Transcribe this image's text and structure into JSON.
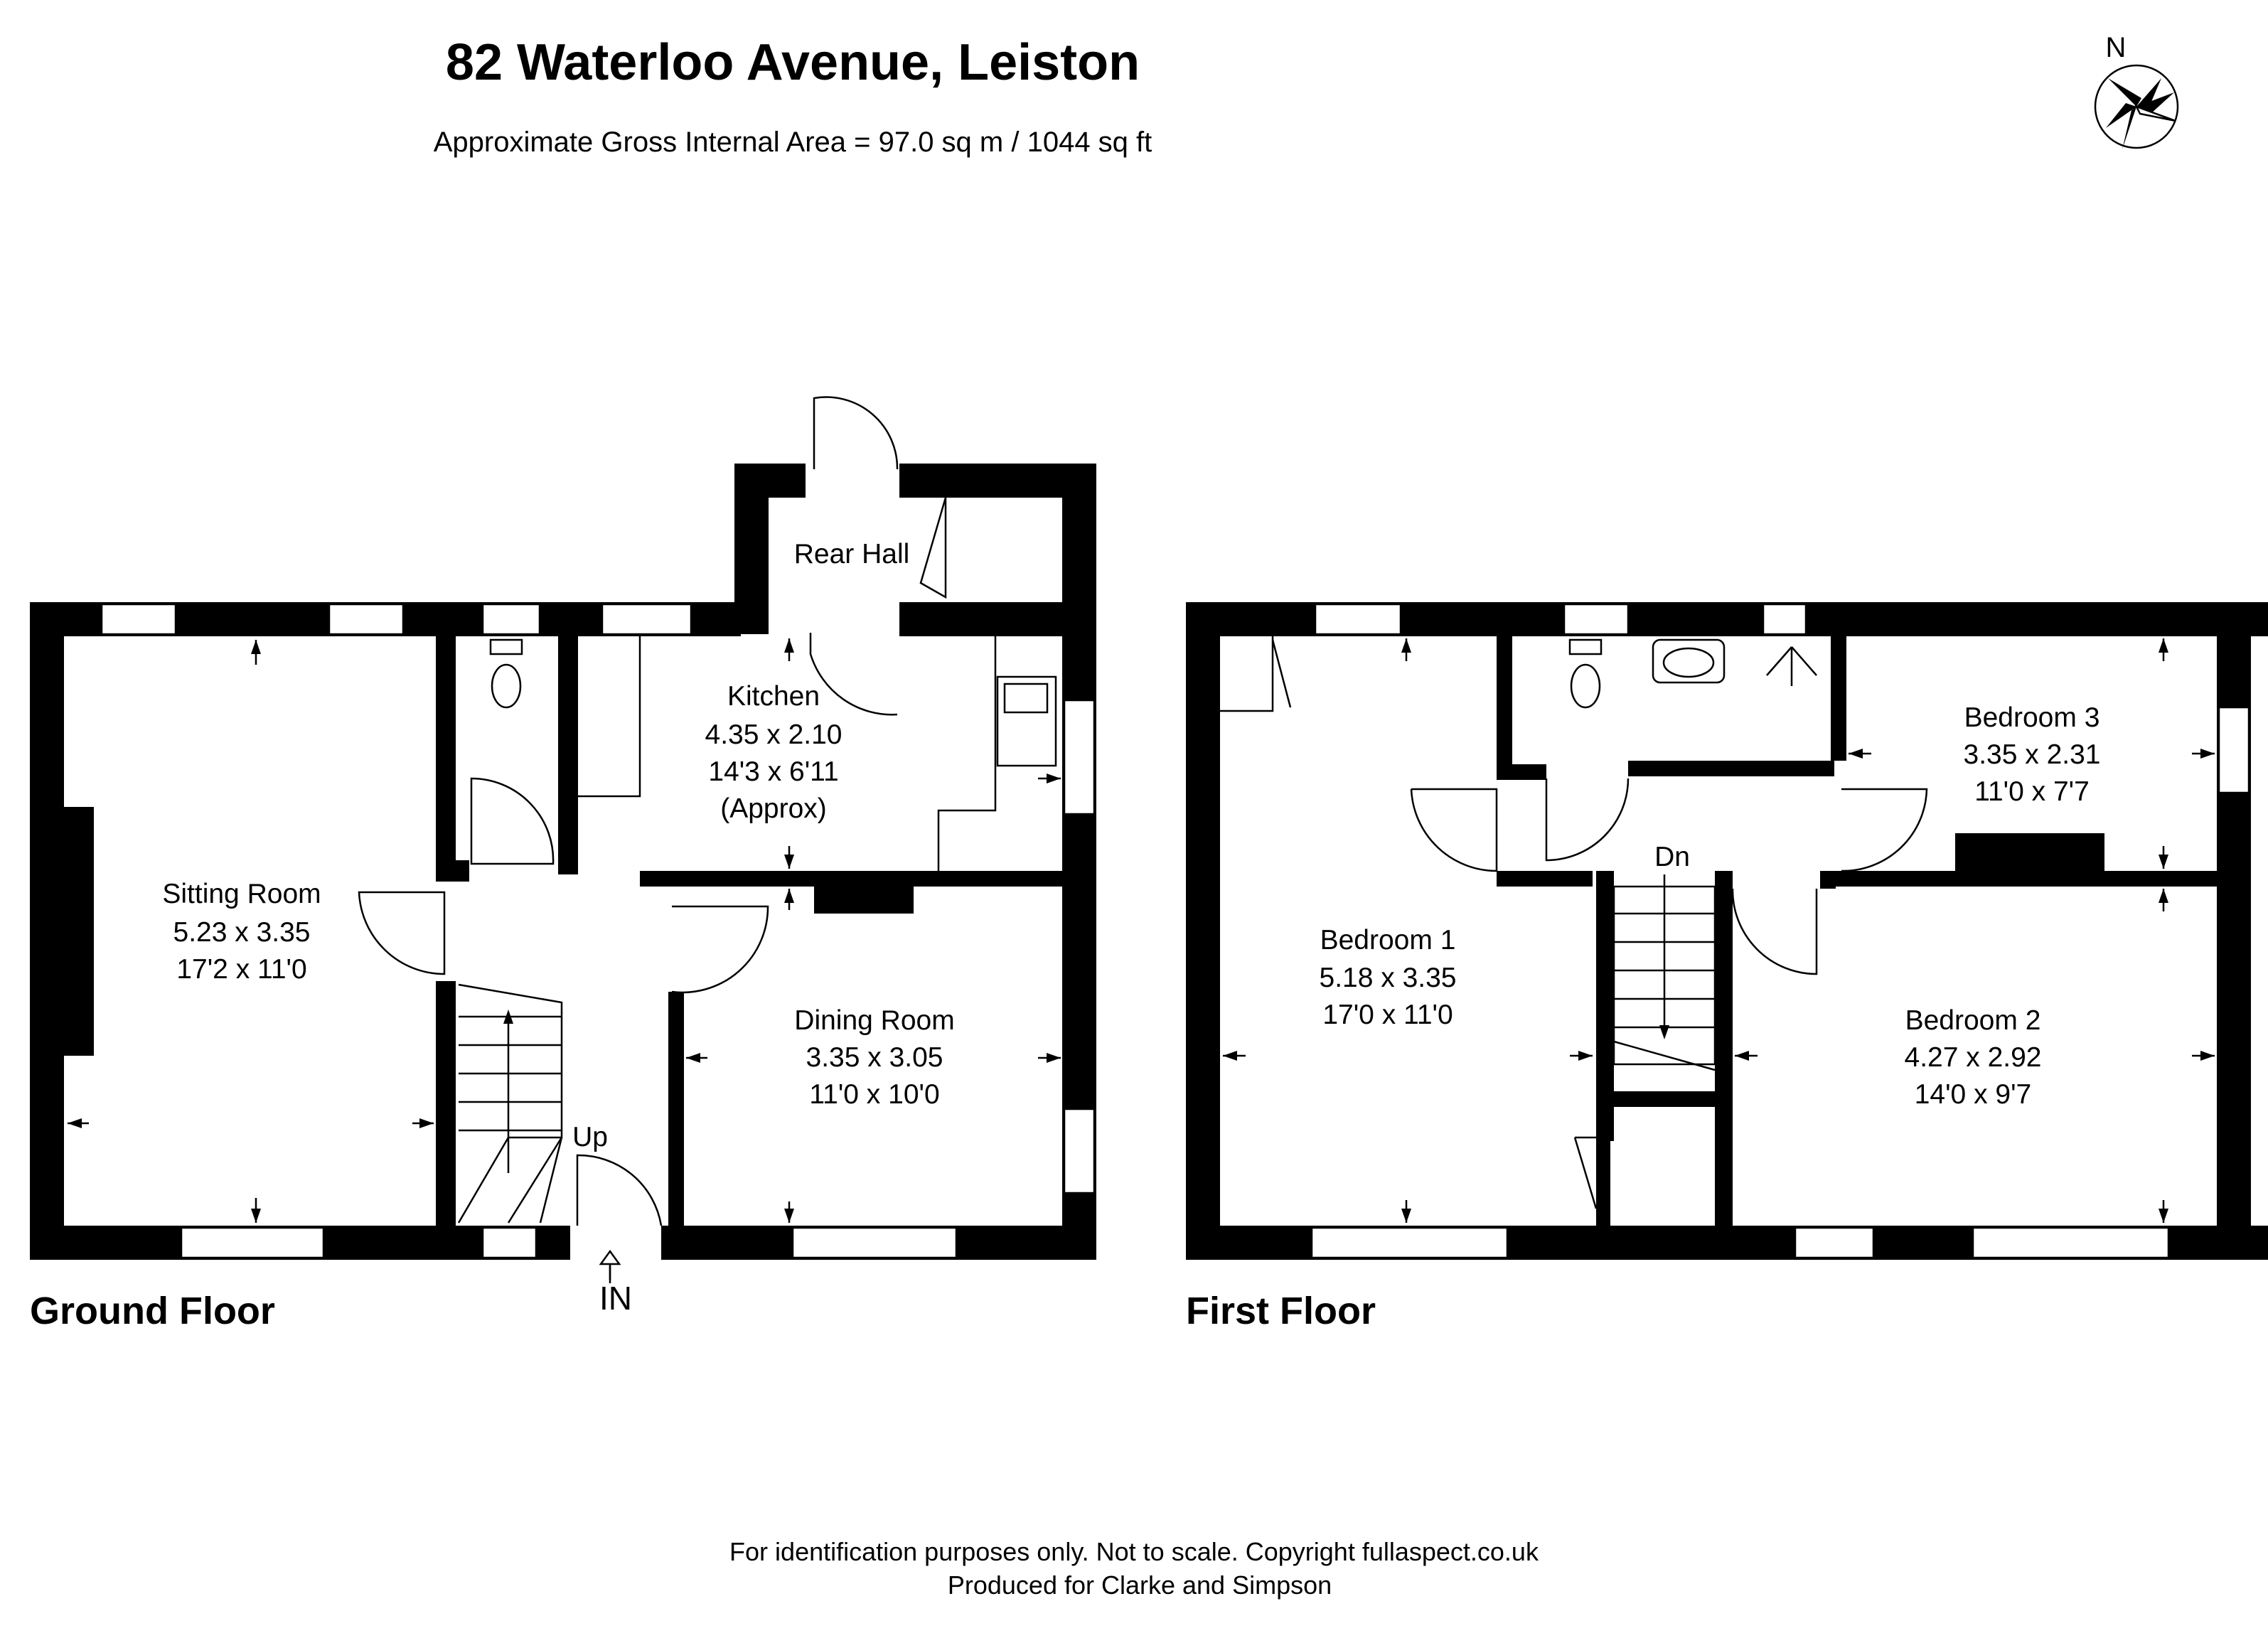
{
  "header": {
    "title": "82 Waterloo Avenue, Leiston",
    "subtitle": "Approximate Gross Internal Area = 97.0 sq m / 1044 sq ft"
  },
  "compass": {
    "label": "N",
    "icon": "compass-rose-icon"
  },
  "ground_floor": {
    "label": "Ground Floor",
    "entrance": "IN",
    "stairs": "Up",
    "rooms": {
      "sitting_room": {
        "name": "Sitting Room",
        "metric": "5.23 x 3.35",
        "imperial": "17'2 x 11'0"
      },
      "rear_hall": {
        "name": "Rear Hall"
      },
      "kitchen": {
        "name": "Kitchen",
        "metric": "4.35 x 2.10",
        "imperial": "14'3 x 6'11",
        "note": "(Approx)"
      },
      "dining_room": {
        "name": "Dining Room",
        "metric": "3.35 x 3.05",
        "imperial": "11'0 x 10'0"
      }
    }
  },
  "first_floor": {
    "label": "First Floor",
    "stairs": "Dn",
    "rooms": {
      "bedroom_1": {
        "name": "Bedroom 1",
        "metric": "5.18 x 3.35",
        "imperial": "17'0 x 11'0"
      },
      "bedroom_2": {
        "name": "Bedroom 2",
        "metric": "4.27 x 2.92",
        "imperial": "14'0 x 9'7"
      },
      "bedroom_3": {
        "name": "Bedroom 3",
        "metric": "3.35 x 2.31",
        "imperial": "11'0 x 7'7"
      }
    }
  },
  "footer": {
    "line1": "For identification purposes only. Not to scale. Copyright fullaspect.co.uk",
    "line2": "Produced for Clarke and Simpson"
  }
}
